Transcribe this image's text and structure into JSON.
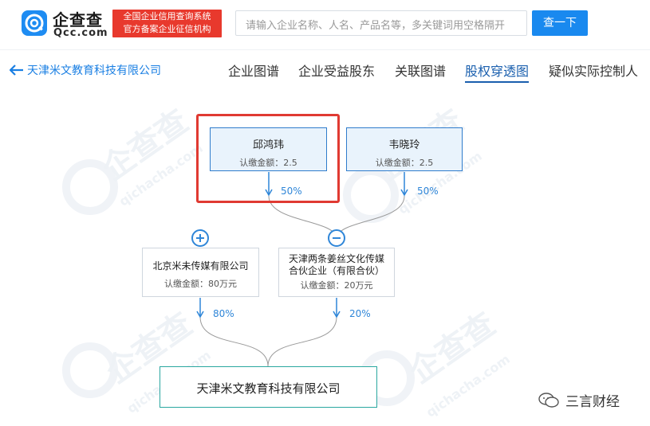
{
  "header": {
    "logo_title": "企查查",
    "logo_domain": "Qcc.com",
    "cert_line1": "全国企业信用查询系统",
    "cert_line2": "官方备案企业征信机构",
    "search_placeholder": "请输入企业名称、人名、产品名等，多关键词用空格隔开",
    "search_button": "查一下"
  },
  "nav": {
    "back_label": "天津米文教育科技有限公司",
    "tabs": [
      "企业图谱",
      "企业受益股东",
      "关联图谱",
      "股权穿透图",
      "疑似实际控制人"
    ],
    "active_tab": "股权穿透图"
  },
  "watermark": {
    "text": "企查查",
    "sub": "qichacha.com"
  },
  "graph": {
    "person_a": {
      "name": "邱鸿玮",
      "amount": "认缴金额：2.5",
      "pct": "50%"
    },
    "person_b": {
      "name": "韦晓玲",
      "amount": "认缴金额：2.5",
      "pct": "50%"
    },
    "company_a": {
      "name": "北京米未传媒有限公司",
      "amount": "认缴金额：80万元",
      "pct": "80%"
    },
    "company_b": {
      "name_line1": "天津两条姜丝文化传媒",
      "name_line2": "合伙企业（有限合伙）",
      "amount": "认缴金额：20万元",
      "pct": "20%"
    },
    "target": {
      "name": "天津米文教育科技有限公司"
    }
  },
  "footer": {
    "brand": "三言财经"
  },
  "colors": {
    "accent": "#1989ef",
    "highlight": "#e03a32",
    "badge": "#e8392d"
  }
}
